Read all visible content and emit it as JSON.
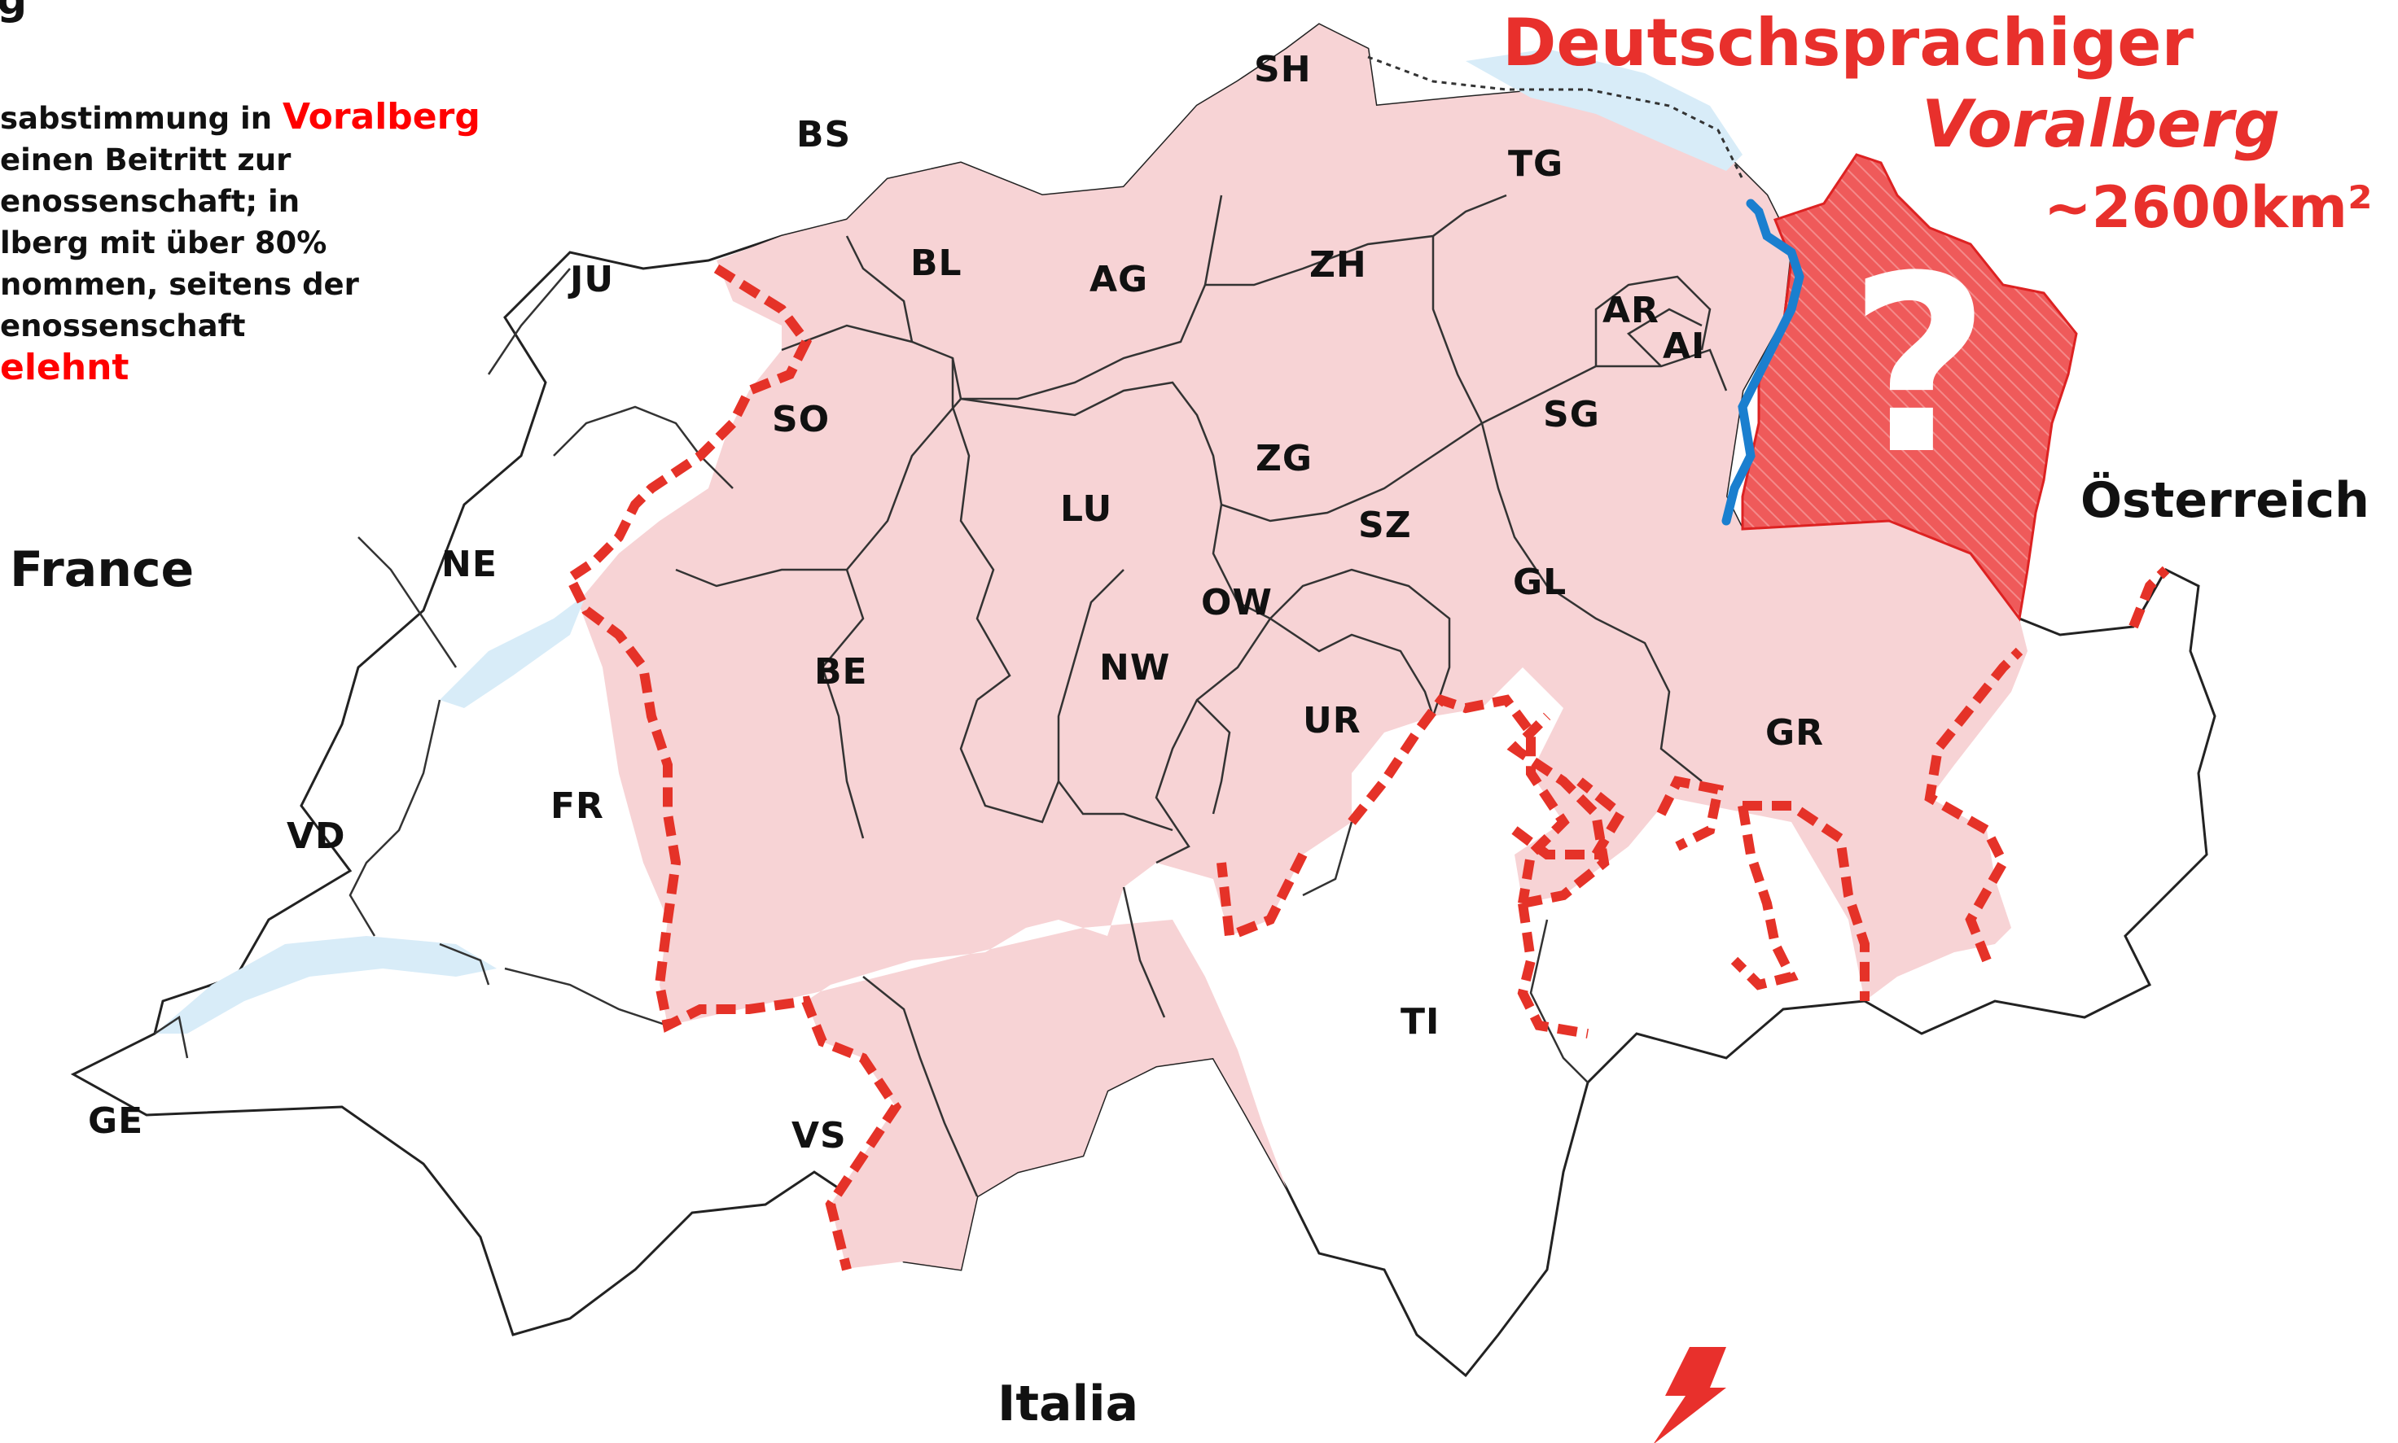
{
  "title": {
    "line1": "Deutschsprachiger",
    "line2": "Voralberg",
    "area": "~2600km²"
  },
  "note": {
    "corner": "g",
    "line1_a": "sabstimmung in ",
    "line1_b": "Voralberg",
    "line2": " einen Beitritt zur",
    "line3": "enossenschaft; in",
    "line4": "lberg mit über 80%",
    "line5": "nommen, seitens der",
    "line6": "enossenschaft",
    "line7": "elehnt"
  },
  "countries": {
    "france": "France",
    "italia": "Italia",
    "austria": "Österreich"
  },
  "cantons": {
    "SH": "SH",
    "BS": "BS",
    "TG": "TG",
    "BL": "BL",
    "AG": "AG",
    "ZH": "ZH",
    "JU": "JU",
    "AR": "AR",
    "AI": "AI",
    "SO": "SO",
    "SG": "SG",
    "ZG": "ZG",
    "LU": "LU",
    "SZ": "SZ",
    "NE": "NE",
    "GL": "GL",
    "OW": "OW",
    "NW": "NW",
    "BE": "BE",
    "UR": "UR",
    "GR": "GR",
    "FR": "FR",
    "VD": "VD",
    "TI": "TI",
    "GE": "GE",
    "VS": "VS"
  },
  "question_mark": "?",
  "colors": {
    "german_region_fill": "#f7d3d5",
    "title_red": "#e8302c",
    "note_red": "#ff0000",
    "border_blue": "#1a7fcf",
    "lake_blue": "#d8ecf8",
    "dashed_red": "#e53228"
  }
}
